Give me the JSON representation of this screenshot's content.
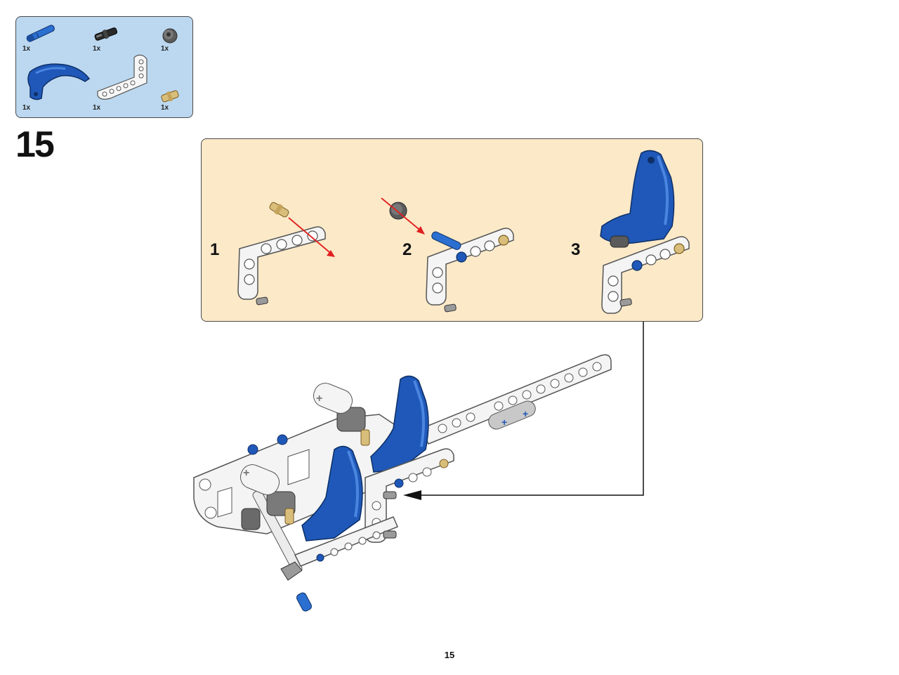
{
  "parts_list": {
    "items": [
      {
        "name": "blue-axle-pin",
        "qty": "1x"
      },
      {
        "name": "black-pin",
        "qty": "1x"
      },
      {
        "name": "dark-gray-bush",
        "qty": "1x"
      },
      {
        "name": "blue-curved-panel",
        "qty": "1x"
      },
      {
        "name": "white-l-beam",
        "qty": "1x"
      },
      {
        "name": "tan-pin",
        "qty": "1x"
      }
    ]
  },
  "step": {
    "number": "15"
  },
  "sub_steps": [
    {
      "label": "1"
    },
    {
      "label": "2"
    },
    {
      "label": "3"
    }
  ],
  "colors": {
    "parts_box_bg": "#bcd8f0",
    "substep_box_bg": "#fbe9c8",
    "lego_blue": "#1f58b8",
    "arrow_red": "#e02020",
    "beam_white": "#f4f4f4",
    "gray": "#6a6a6a",
    "tan": "#d9bd7a"
  },
  "page": {
    "number": "15"
  }
}
